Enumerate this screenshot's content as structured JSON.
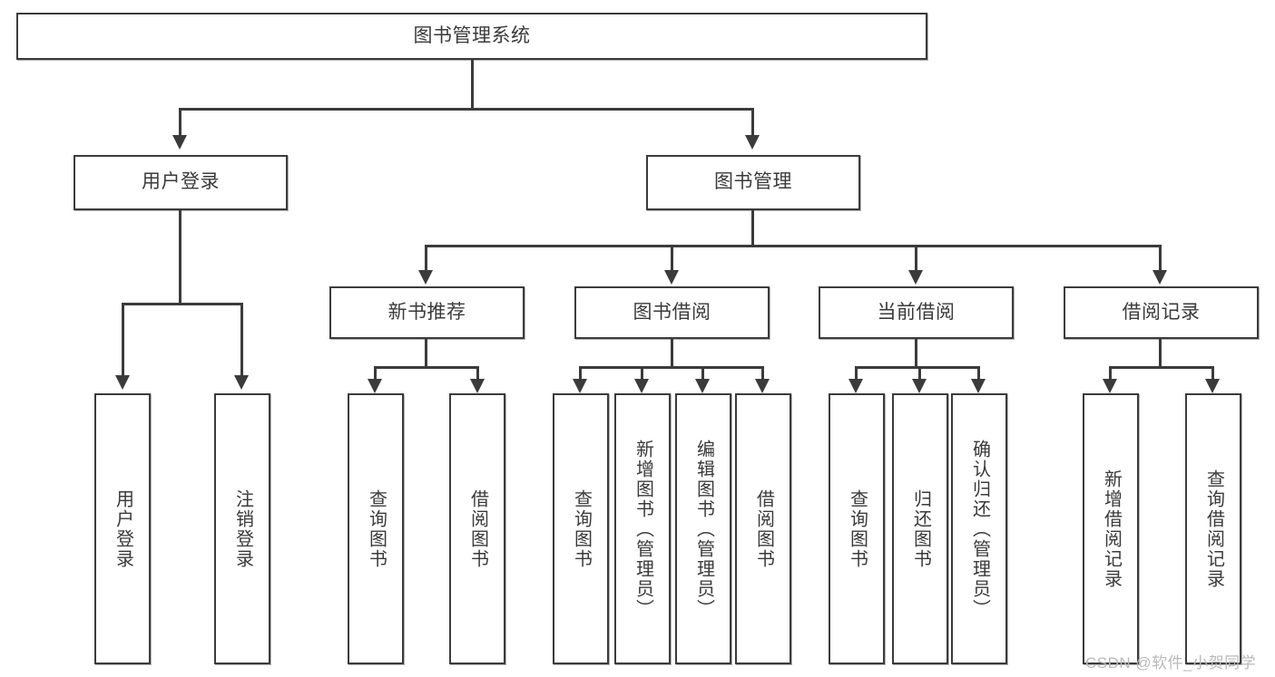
{
  "diagram": {
    "type": "tree-hierarchy-functional-decomposition",
    "root": {
      "id": "root",
      "label": "图书管理系统"
    },
    "level2": [
      {
        "id": "user-login",
        "label": "用户登录"
      },
      {
        "id": "book-management",
        "label": "图书管理"
      }
    ],
    "level3": [
      {
        "id": "new-book-recommend",
        "label": "新书推荐",
        "parent": "book-management"
      },
      {
        "id": "book-borrow",
        "label": "图书借阅",
        "parent": "book-management"
      },
      {
        "id": "current-borrow",
        "label": "当前借阅",
        "parent": "book-management"
      },
      {
        "id": "borrow-record",
        "label": "借阅记录",
        "parent": "book-management"
      }
    ],
    "leaves": {
      "user_login": [
        {
          "id": "leaf-user-login",
          "label": "用户登录"
        },
        {
          "id": "leaf-user-logout",
          "label": "注销登录"
        }
      ],
      "new_book_recommend": [
        {
          "id": "leaf-query-book-1",
          "label": "查询图书"
        },
        {
          "id": "leaf-borrow-book-1",
          "label": "借阅图书"
        }
      ],
      "book_borrow": [
        {
          "id": "leaf-query-book-2",
          "label": "查询图书"
        },
        {
          "id": "leaf-add-book",
          "label": "新增图书（管理员）"
        },
        {
          "id": "leaf-edit-book",
          "label": "编辑图书（管理员）"
        },
        {
          "id": "leaf-borrow-book-2",
          "label": "借阅图书"
        }
      ],
      "current_borrow": [
        {
          "id": "leaf-query-book-3",
          "label": "查询图书"
        },
        {
          "id": "leaf-return-book",
          "label": "归还图书"
        },
        {
          "id": "leaf-confirm-return",
          "label": "确认归还（管理员）"
        }
      ],
      "borrow_record": [
        {
          "id": "leaf-add-record",
          "label": "新增借阅记录"
        },
        {
          "id": "leaf-query-record",
          "label": "查询借阅记录"
        }
      ]
    }
  },
  "watermark": {
    "text": "CSDN @软件_小贺同学"
  },
  "colors": {
    "border": "#3b3b3b",
    "text": "#3a3a3a",
    "background": "#ffffff",
    "watermark": "#b9b9b9"
  }
}
